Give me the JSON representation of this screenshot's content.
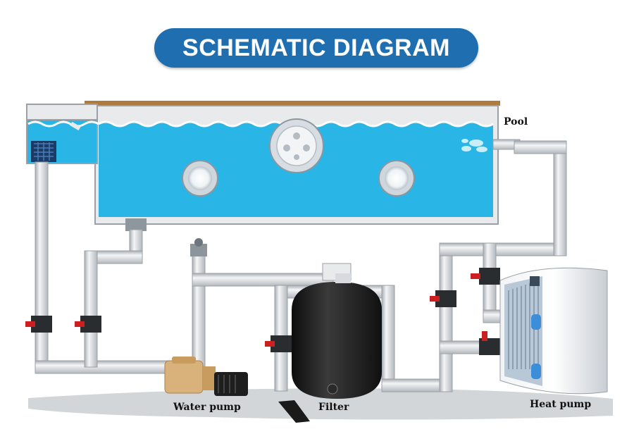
{
  "title": "SCHEMATIC DIAGRAM",
  "labels": {
    "pool": "Pool",
    "water_pump": "Water pump",
    "filter": "Filter",
    "heat_pump": "Heat pump"
  },
  "colors": {
    "title_bg": "#1f6fb0",
    "water": "#29b6e6",
    "pipe": "#e6e8ea",
    "pipe_edge": "#9aa0a6",
    "valve": "#cc1f1f",
    "ground": "#cfd2d4",
    "deck": "#b07a3c",
    "filter_tank": "#1c1c1c",
    "pump_body": "#d8b27a"
  }
}
